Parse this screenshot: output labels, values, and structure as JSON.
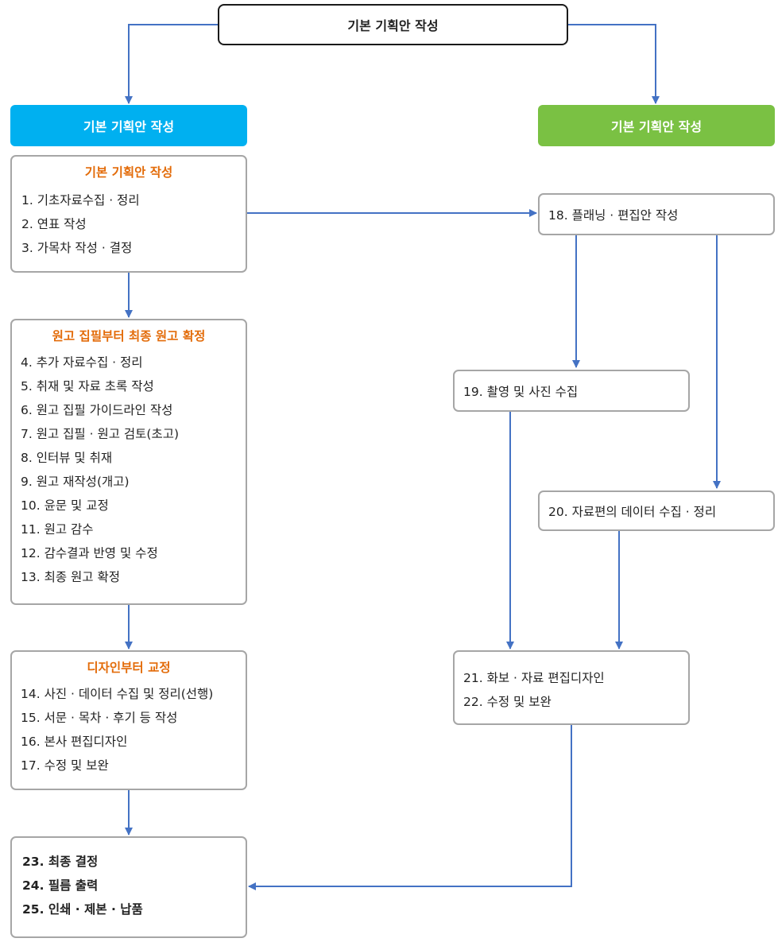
{
  "top": {
    "title": "기본 기획안 작성"
  },
  "left_header": {
    "label": "기본 기획안 작성",
    "color": "#00b0f0"
  },
  "right_header": {
    "label": "기본 기획안 작성",
    "color": "#7ac143"
  },
  "section1": {
    "title": "기본 기획안 작성",
    "items": [
      "1.  기초자료수집 · 정리",
      "2.  연표 작성",
      "3.  가목차 작성 · 결정"
    ]
  },
  "section2": {
    "title": "원고 집필부터 최종 원고 확정",
    "items": [
      "4. 추가 자료수집 · 정리",
      "5. 취재 및 자료 초록 작성",
      "6. 원고 집필 가이드라인 작성",
      "7. 원고 집필 · 원고 검토(초고)",
      "8. 인터뷰 및 취재",
      "9. 원고 재작성(개고)",
      "10. 윤문 및 교정",
      "11. 원고 감수",
      "12. 감수결과 반영 및 수정",
      "13. 최종 원고 확정"
    ]
  },
  "section3": {
    "title": "디자인부터 교정",
    "items": [
      "14. 사진 · 데이터 수집 및 정리(선행)",
      "15. 서문 · 목차 · 후기 등 작성",
      "16. 본사 편집디자인",
      "17. 수정 및 보완"
    ]
  },
  "final": {
    "items": [
      "23. 최종 결정",
      "24. 필름 출력",
      "25. 인쇄 · 제본 · 납품"
    ]
  },
  "step18": {
    "label": "18. 플래닝 · 편집안 작성"
  },
  "step19": {
    "label": "19. 촬영 및 사진 수집"
  },
  "step20": {
    "label": "20. 자료편의 데이터 수집 · 정리"
  },
  "step21_22": {
    "items": [
      "21. 화보 · 자료 편집디자인",
      "22. 수정 및 보완"
    ]
  },
  "colors": {
    "connector": "#4472c4",
    "accent_text": "#e36c0a",
    "box_border": "#a6a6a6"
  }
}
